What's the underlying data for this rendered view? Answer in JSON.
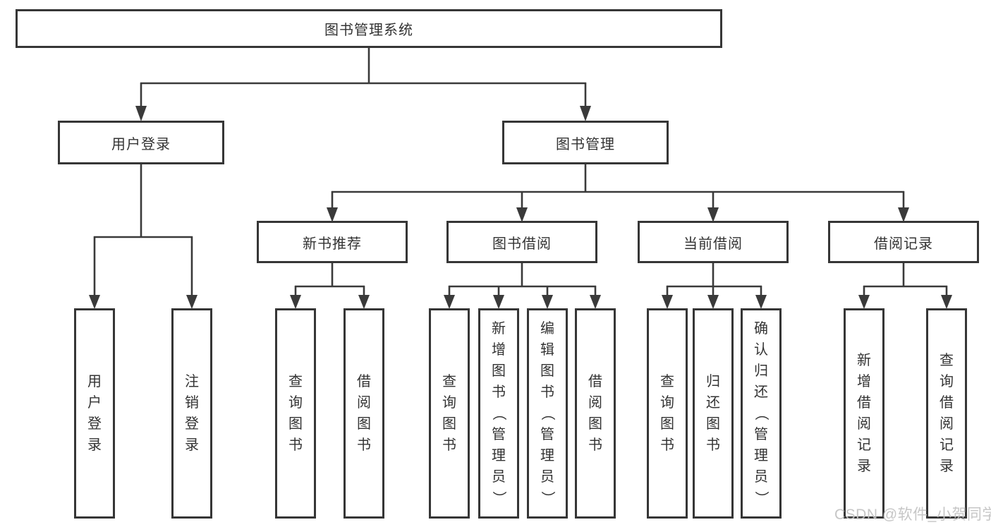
{
  "colors": {
    "line": "#3a3a3a",
    "box_border": "#363636",
    "text": "#333333",
    "background": "#ffffff",
    "watermark": "#c3c3c3"
  },
  "watermark": {
    "text": "CSDN @软件_小贺同学"
  },
  "diagram": {
    "root": {
      "label": "图书管理系统"
    },
    "branches": [
      {
        "label": "用户登录",
        "leaves": [
          {
            "label": "用户登录"
          },
          {
            "label": "注销登录"
          }
        ]
      },
      {
        "label": "图书管理",
        "groups": [
          {
            "label": "新书推荐",
            "leaves": [
              {
                "label": "查询图书"
              },
              {
                "label": "借阅图书"
              }
            ]
          },
          {
            "label": "图书借阅",
            "leaves": [
              {
                "label": "查询图书"
              },
              {
                "label": "新增图书（管理员）"
              },
              {
                "label": "编辑图书（管理员）"
              },
              {
                "label": "借阅图书"
              }
            ]
          },
          {
            "label": "当前借阅",
            "leaves": [
              {
                "label": "查询图书"
              },
              {
                "label": "归还图书"
              },
              {
                "label": "确认归还（管理员）"
              }
            ]
          },
          {
            "label": "借阅记录",
            "leaves": [
              {
                "label": "新增借阅记录"
              },
              {
                "label": "查询借阅记录"
              }
            ]
          }
        ]
      }
    ]
  }
}
